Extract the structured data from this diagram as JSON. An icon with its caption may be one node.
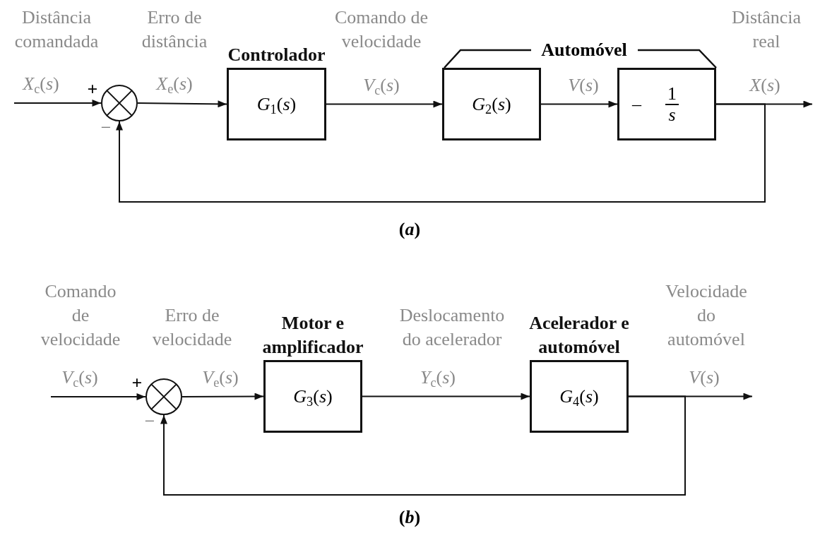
{
  "diagram": {
    "nodes": [
      {
        "text": [],
        "shape": "circle"
      },
      {
        "text": [
          "Controlador",
          "*G*$_{1}$(*s*)"
        ]
      },
      {
        "text": [
          "*G*$_{2}$(*s*)"
        ]
      },
      {
        "text": [
          "–",
          "1",
          "*s*"
        ]
      },
      {
        "text": [],
        "shape": "circle"
      },
      {
        "text": [
          "Motor e amplificador",
          "*G*$_{3}$(*s*)"
        ]
      },
      {
        "text": [
          "Acelerador e automóvel",
          "*G*$_{4}$(*s*)"
        ]
      }
    ],
    "edges": [
      {
        "from": null,
        "to": 0,
        "arrow": "to",
        "label": "*X*$_{c}$(*s*)"
      },
      {
        "from": 0,
        "to": 1,
        "arrow": "to",
        "label": "*X*$_{e}$(*s*)"
      },
      {
        "from": 1,
        "to": 2,
        "arrow": "to",
        "label": "*V*$_{c}$(*s*)"
      },
      {
        "from": 2,
        "to": 3,
        "arrow": "to",
        "label": "*V*(*s*)"
      },
      {
        "from": 3,
        "to": null,
        "arrow": "to",
        "label": "*X*(*s*)"
      },
      {
        "from": 3,
        "to": 0,
        "arrow": "to"
      },
      {
        "from": null,
        "to": 4,
        "arrow": "to",
        "label": "*V*$_{c}$(*s*)"
      },
      {
        "from": 4,
        "to": 5,
        "arrow": "to",
        "label": "*V*$_{e}$(*s*)"
      },
      {
        "from": 5,
        "to": 6,
        "arrow": "to",
        "label": "*Y*$_{c}$(*s*)"
      },
      {
        "from": 6,
        "to": null,
        "arrow": "to",
        "label": "*V*(*s*)"
      },
      {
        "from": 6,
        "to": 4,
        "arrow": "to"
      }
    ],
    "labels": [
      "Distância comandada",
      "Erro de distância",
      "Comando de velocidade",
      "Automóvel",
      "Distância real",
      "+",
      "−",
      "(*a*)",
      "Comando de velocidade",
      "Erro de velocidade",
      "Deslocamento do acelerador",
      "Velocidade do automóvel",
      "+",
      "−",
      "(*b*)"
    ]
  }
}
